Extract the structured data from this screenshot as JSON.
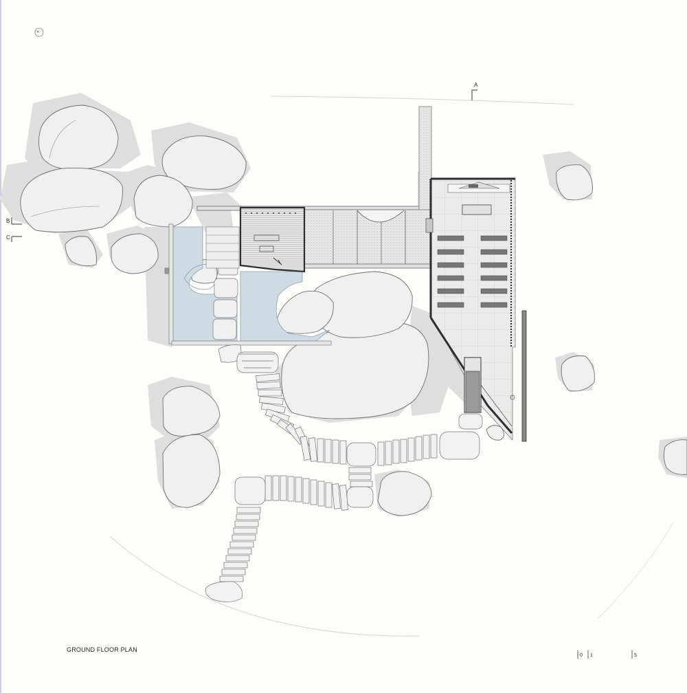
{
  "drawing": {
    "title": "GROUND FLOOR PLAN",
    "section_markers": [
      "A",
      "B",
      "C"
    ],
    "scale_bar_ticks": [
      "0",
      "1",
      "5"
    ],
    "north_symbol": "north-circle-icon"
  },
  "colors": {
    "background": "#fdfdfa",
    "boulder_shadow": "#dcdcdc",
    "boulder_fill": "#efefef",
    "boulder_stroke": "#6a6a6a",
    "water": "#cfdbe3",
    "wall": "#3a3a3a",
    "paving": "#e4e4e0"
  }
}
